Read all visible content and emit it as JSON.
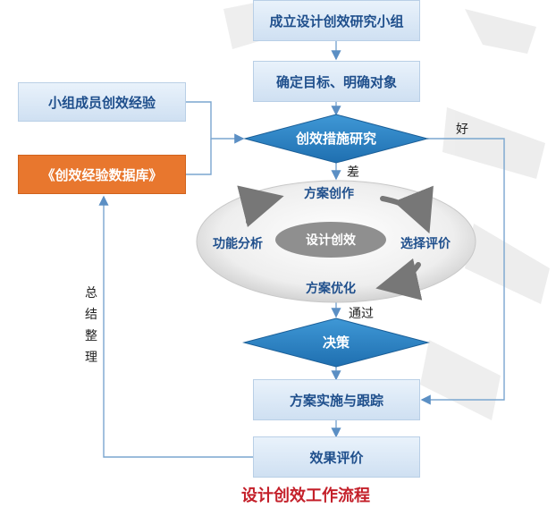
{
  "nodes": {
    "form_group": "成立设计创效研究小组",
    "set_goals": "确定目标、明确对象",
    "member_experience": "小组成员创效经验",
    "experience_db": "《创效经验数据库》",
    "measure_research": "创效措施研究",
    "cycle_center": "设计创效",
    "cycle_top": "方案创作",
    "cycle_left": "功能分析",
    "cycle_right": "选择评价",
    "cycle_bottom": "方案优化",
    "decision": "决策",
    "implement": "方案实施与跟踪",
    "evaluate": "效果评价"
  },
  "edge_labels": {
    "good": "好",
    "bad": "差",
    "pass": "通过",
    "summarize": "总结整理"
  },
  "title": "设计创效工作流程",
  "colors": {
    "box_blue": "#d8e6f5",
    "box_orange": "#e8772e",
    "diamond": "#2f86c6",
    "connector": "#7aa6cf",
    "title_red": "#c4202a"
  }
}
